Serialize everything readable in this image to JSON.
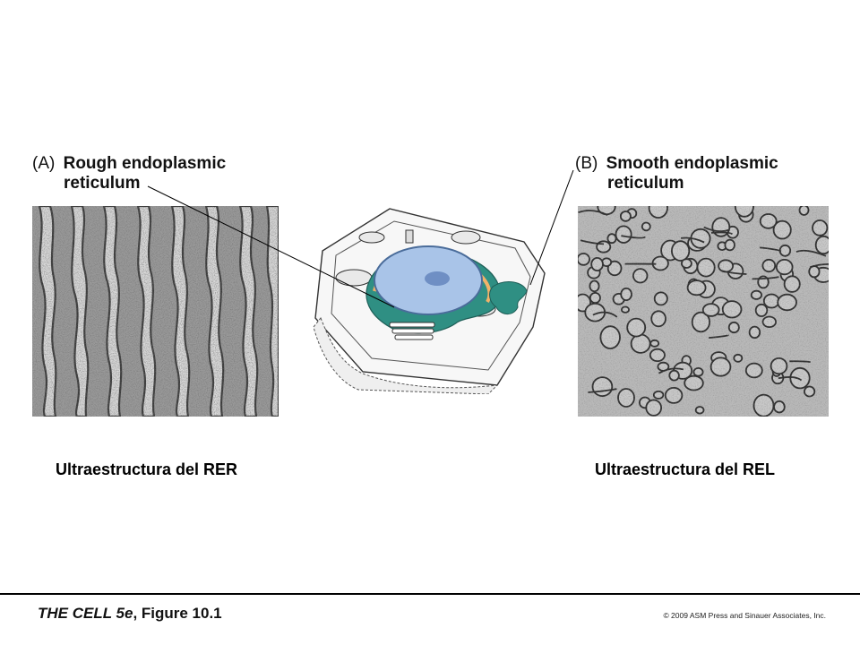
{
  "panel_a": {
    "letter": "(A)",
    "title_line1": "Rough endoplasmic",
    "title_line2": "reticulum",
    "caption": "Ultraestructura del RER"
  },
  "panel_b": {
    "letter": "(B)",
    "title_line1": "Smooth endoplasmic",
    "title_line2": "reticulum",
    "caption": "Ultraestructura del REL"
  },
  "footer": {
    "source_title": "THE CELL 5e",
    "source_figure": ", Figure 10.1",
    "copyright": "© 2009 ASM Press and Sinauer Associates, Inc."
  },
  "colors": {
    "nucleus": "#a9c4e8",
    "er_green": "#2f8f83",
    "er_orange": "#f2b26a"
  }
}
